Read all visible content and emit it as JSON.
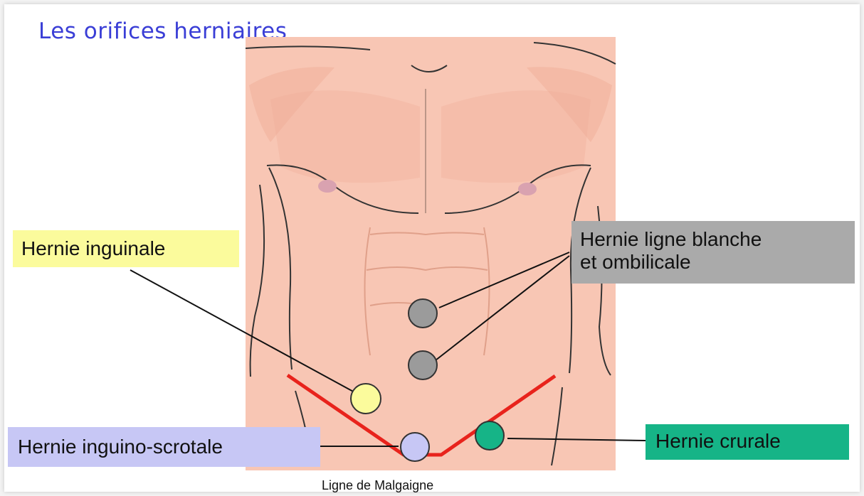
{
  "title": "Les orifices herniaires",
  "labels": {
    "inguinale": "Hernie inguinale",
    "ligne_blanche_line1": "Hernie ligne blanche",
    "ligne_blanche_line2": "et ombilicale",
    "inguino_scrotale": "Hernie inguino-scrotale",
    "crurale": "Hernie crurale"
  },
  "caption": "Ligne de Malgaigne",
  "colors": {
    "title": "#3a3ed6",
    "inguinale_bg": "#fbfb9c",
    "ligne_blanche_bg": "#aaaaaa",
    "inguino_scrotale_bg": "#c7c7f5",
    "crurale_bg": "#16b487",
    "malgaigne_line": "#e8231c",
    "skin": "#f8c6b4"
  }
}
